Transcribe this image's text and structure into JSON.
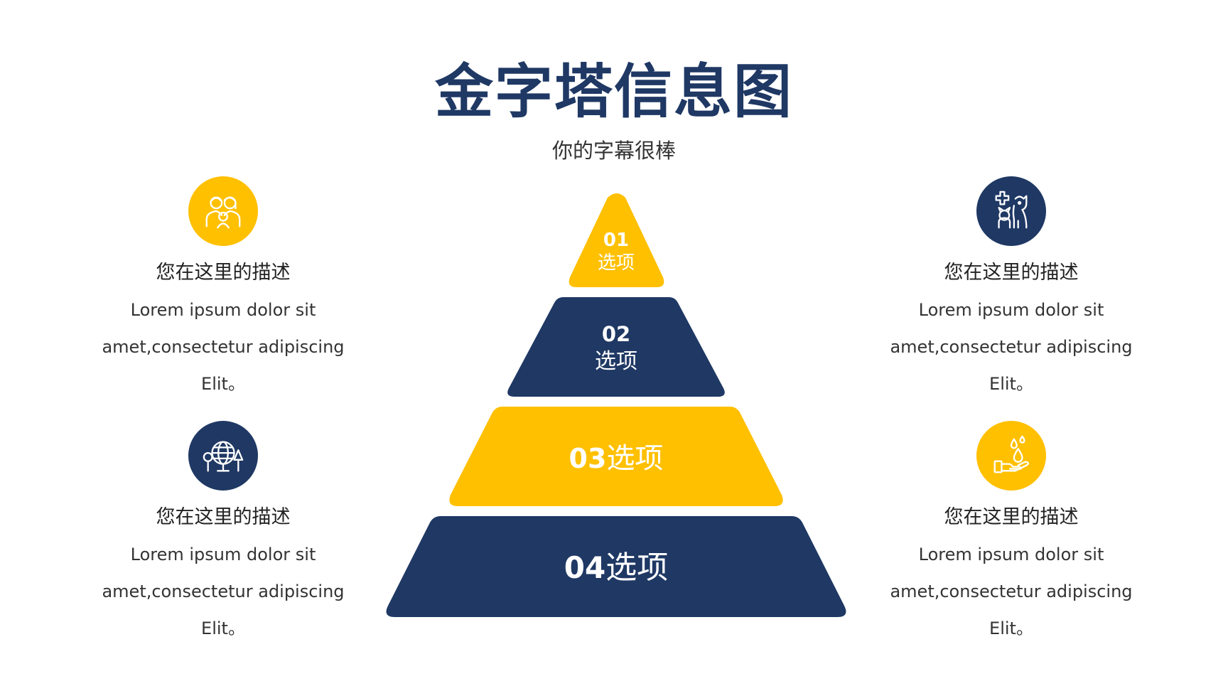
{
  "title": "金字塔信息图",
  "subtitle": "你的字幕很棒",
  "colors": {
    "navy": "#1f3864",
    "yellow": "#ffc000",
    "white": "#ffffff"
  },
  "pyramid": {
    "levels": [
      {
        "number": "01",
        "label": "选项",
        "color": "#ffc000"
      },
      {
        "number": "02",
        "label": "选项",
        "color": "#1f3864"
      },
      {
        "number": "03",
        "label": "选项",
        "color": "#ffc000"
      },
      {
        "number": "04",
        "label": "选项",
        "color": "#1f3864"
      }
    ]
  },
  "items": [
    {
      "icon": "family-icon",
      "color": "#ffc000",
      "title": "您在这里的描述",
      "body": [
        "Lorem ipsum dolor sit",
        "amet,consectetur adipiscing",
        "Elit。"
      ]
    },
    {
      "icon": "pet-care-icon",
      "color": "#1f3864",
      "title": "您在这里的描述",
      "body": [
        "Lorem ipsum dolor sit",
        "amet,consectetur adipiscing",
        "Elit。"
      ]
    },
    {
      "icon": "globe-tree-icon",
      "color": "#1f3864",
      "title": "您在这里的描述",
      "body": [
        "Lorem ipsum dolor sit",
        "amet,consectetur adipiscing",
        "Elit。"
      ]
    },
    {
      "icon": "hand-water-icon",
      "color": "#ffc000",
      "title": "您在这里的描述",
      "body": [
        "Lorem ipsum dolor sit",
        "amet,consectetur adipiscing",
        "Elit。"
      ]
    }
  ]
}
